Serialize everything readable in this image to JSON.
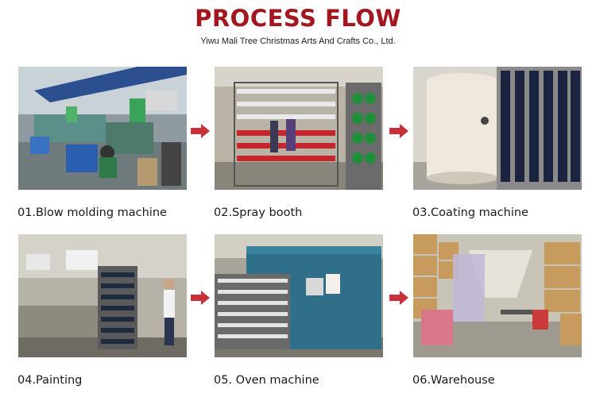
{
  "header": {
    "title": "PROCESS FLOW",
    "company": "Yiwu Mali Tree Christmas Arts And Crafts Co., Ltd."
  },
  "colors": {
    "accent": "#a3161f",
    "arrow": "#c8303a"
  },
  "steps": [
    {
      "label": "01.Blow molding machine"
    },
    {
      "label": "02.Spray booth"
    },
    {
      "label": "03.Coating machine"
    },
    {
      "label": "04.Painting"
    },
    {
      "label": "05. Oven machine"
    },
    {
      "label": "06.Warehouse"
    }
  ]
}
